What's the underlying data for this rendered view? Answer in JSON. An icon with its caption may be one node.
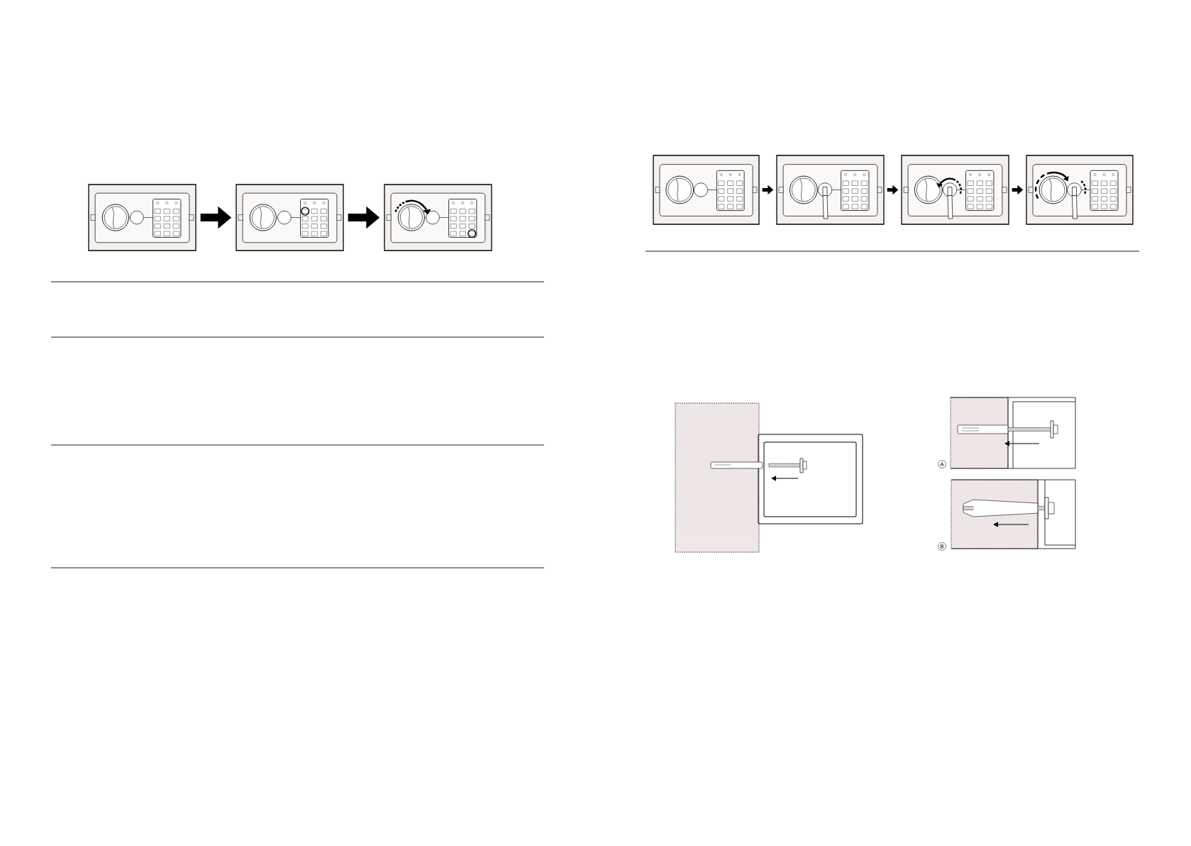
{
  "diagram": {
    "nodes": [
      {
        "text": [],
        "shape": "picture"
      },
      {
        "text": [],
        "shape": "picture"
      },
      {
        "text": [],
        "shape": "picture"
      },
      {
        "text": [],
        "shape": "picture"
      },
      {
        "text": [],
        "shape": "picture"
      },
      {
        "text": [],
        "shape": "picture"
      },
      {
        "text": [],
        "shape": "picture"
      }
    ],
    "edges": [
      {
        "from": 0,
        "to": 1,
        "arrow": "to",
        "style": "thick"
      },
      {
        "from": 1,
        "to": 2,
        "arrow": "to",
        "style": "thick"
      },
      {
        "from": 3,
        "to": 4,
        "arrow": "to"
      },
      {
        "from": 4,
        "to": 5,
        "arrow": "to"
      },
      {
        "from": 5,
        "to": 6,
        "arrow": "to"
      }
    ],
    "labels": [
      "A",
      "B"
    ]
  }
}
